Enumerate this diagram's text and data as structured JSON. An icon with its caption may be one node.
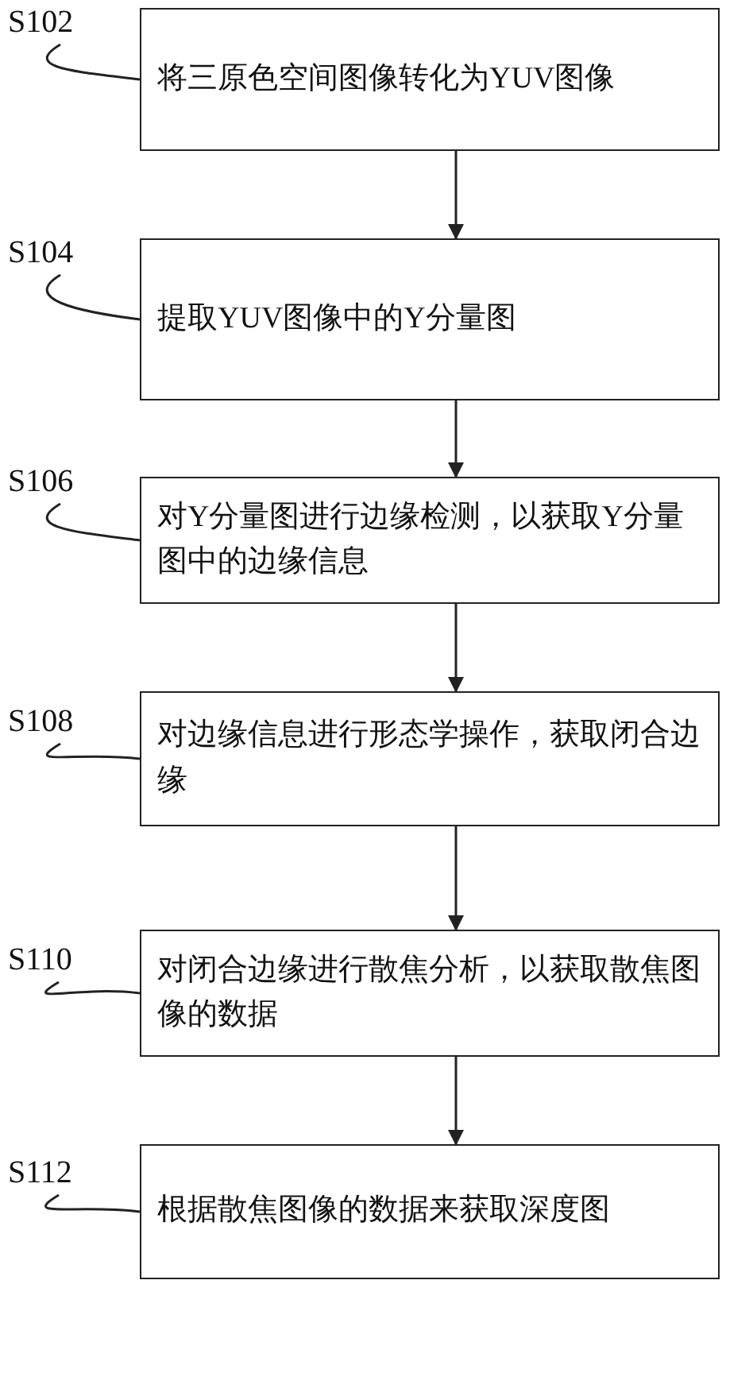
{
  "diagram": {
    "nodes": [
      {
        "text": [
          "S102"
        ]
      },
      {
        "text": [
          "将三原色空间图像转化为YUV图像"
        ]
      },
      {
        "text": [
          "S104"
        ]
      },
      {
        "text": [
          "提取YUV图像中的Y分量图"
        ]
      },
      {
        "text": [
          "S106"
        ]
      },
      {
        "text": [
          "对Y分量图进行边缘检测，以获取Y分量图中的边缘信息"
        ]
      },
      {
        "text": [
          "S108"
        ]
      },
      {
        "text": [
          "对边缘信息进行形态学操作，获取闭合边缘"
        ]
      },
      {
        "text": [
          "S110"
        ]
      },
      {
        "text": [
          "对闭合边缘进行散焦分析，以获取散焦图像的数据"
        ]
      },
      {
        "text": [
          "S112"
        ]
      },
      {
        "text": [
          "根据散焦图像的数据来获取深度图"
        ]
      }
    ],
    "edges": [
      {
        "from": 0,
        "to": 1,
        "arrow": "none"
      },
      {
        "from": 1,
        "to": 3,
        "arrow": "to"
      },
      {
        "from": 2,
        "to": 3,
        "arrow": "none"
      },
      {
        "from": 3,
        "to": 5,
        "arrow": "to"
      },
      {
        "from": 4,
        "to": 5,
        "arrow": "none"
      },
      {
        "from": 5,
        "to": 7,
        "arrow": "to"
      },
      {
        "from": 6,
        "to": 7,
        "arrow": "none"
      },
      {
        "from": 7,
        "to": 9,
        "arrow": "to"
      },
      {
        "from": 8,
        "to": 9,
        "arrow": "none"
      },
      {
        "from": 9,
        "to": 11,
        "arrow": "to"
      },
      {
        "from": 10,
        "to": 11,
        "arrow": "none"
      }
    ]
  }
}
